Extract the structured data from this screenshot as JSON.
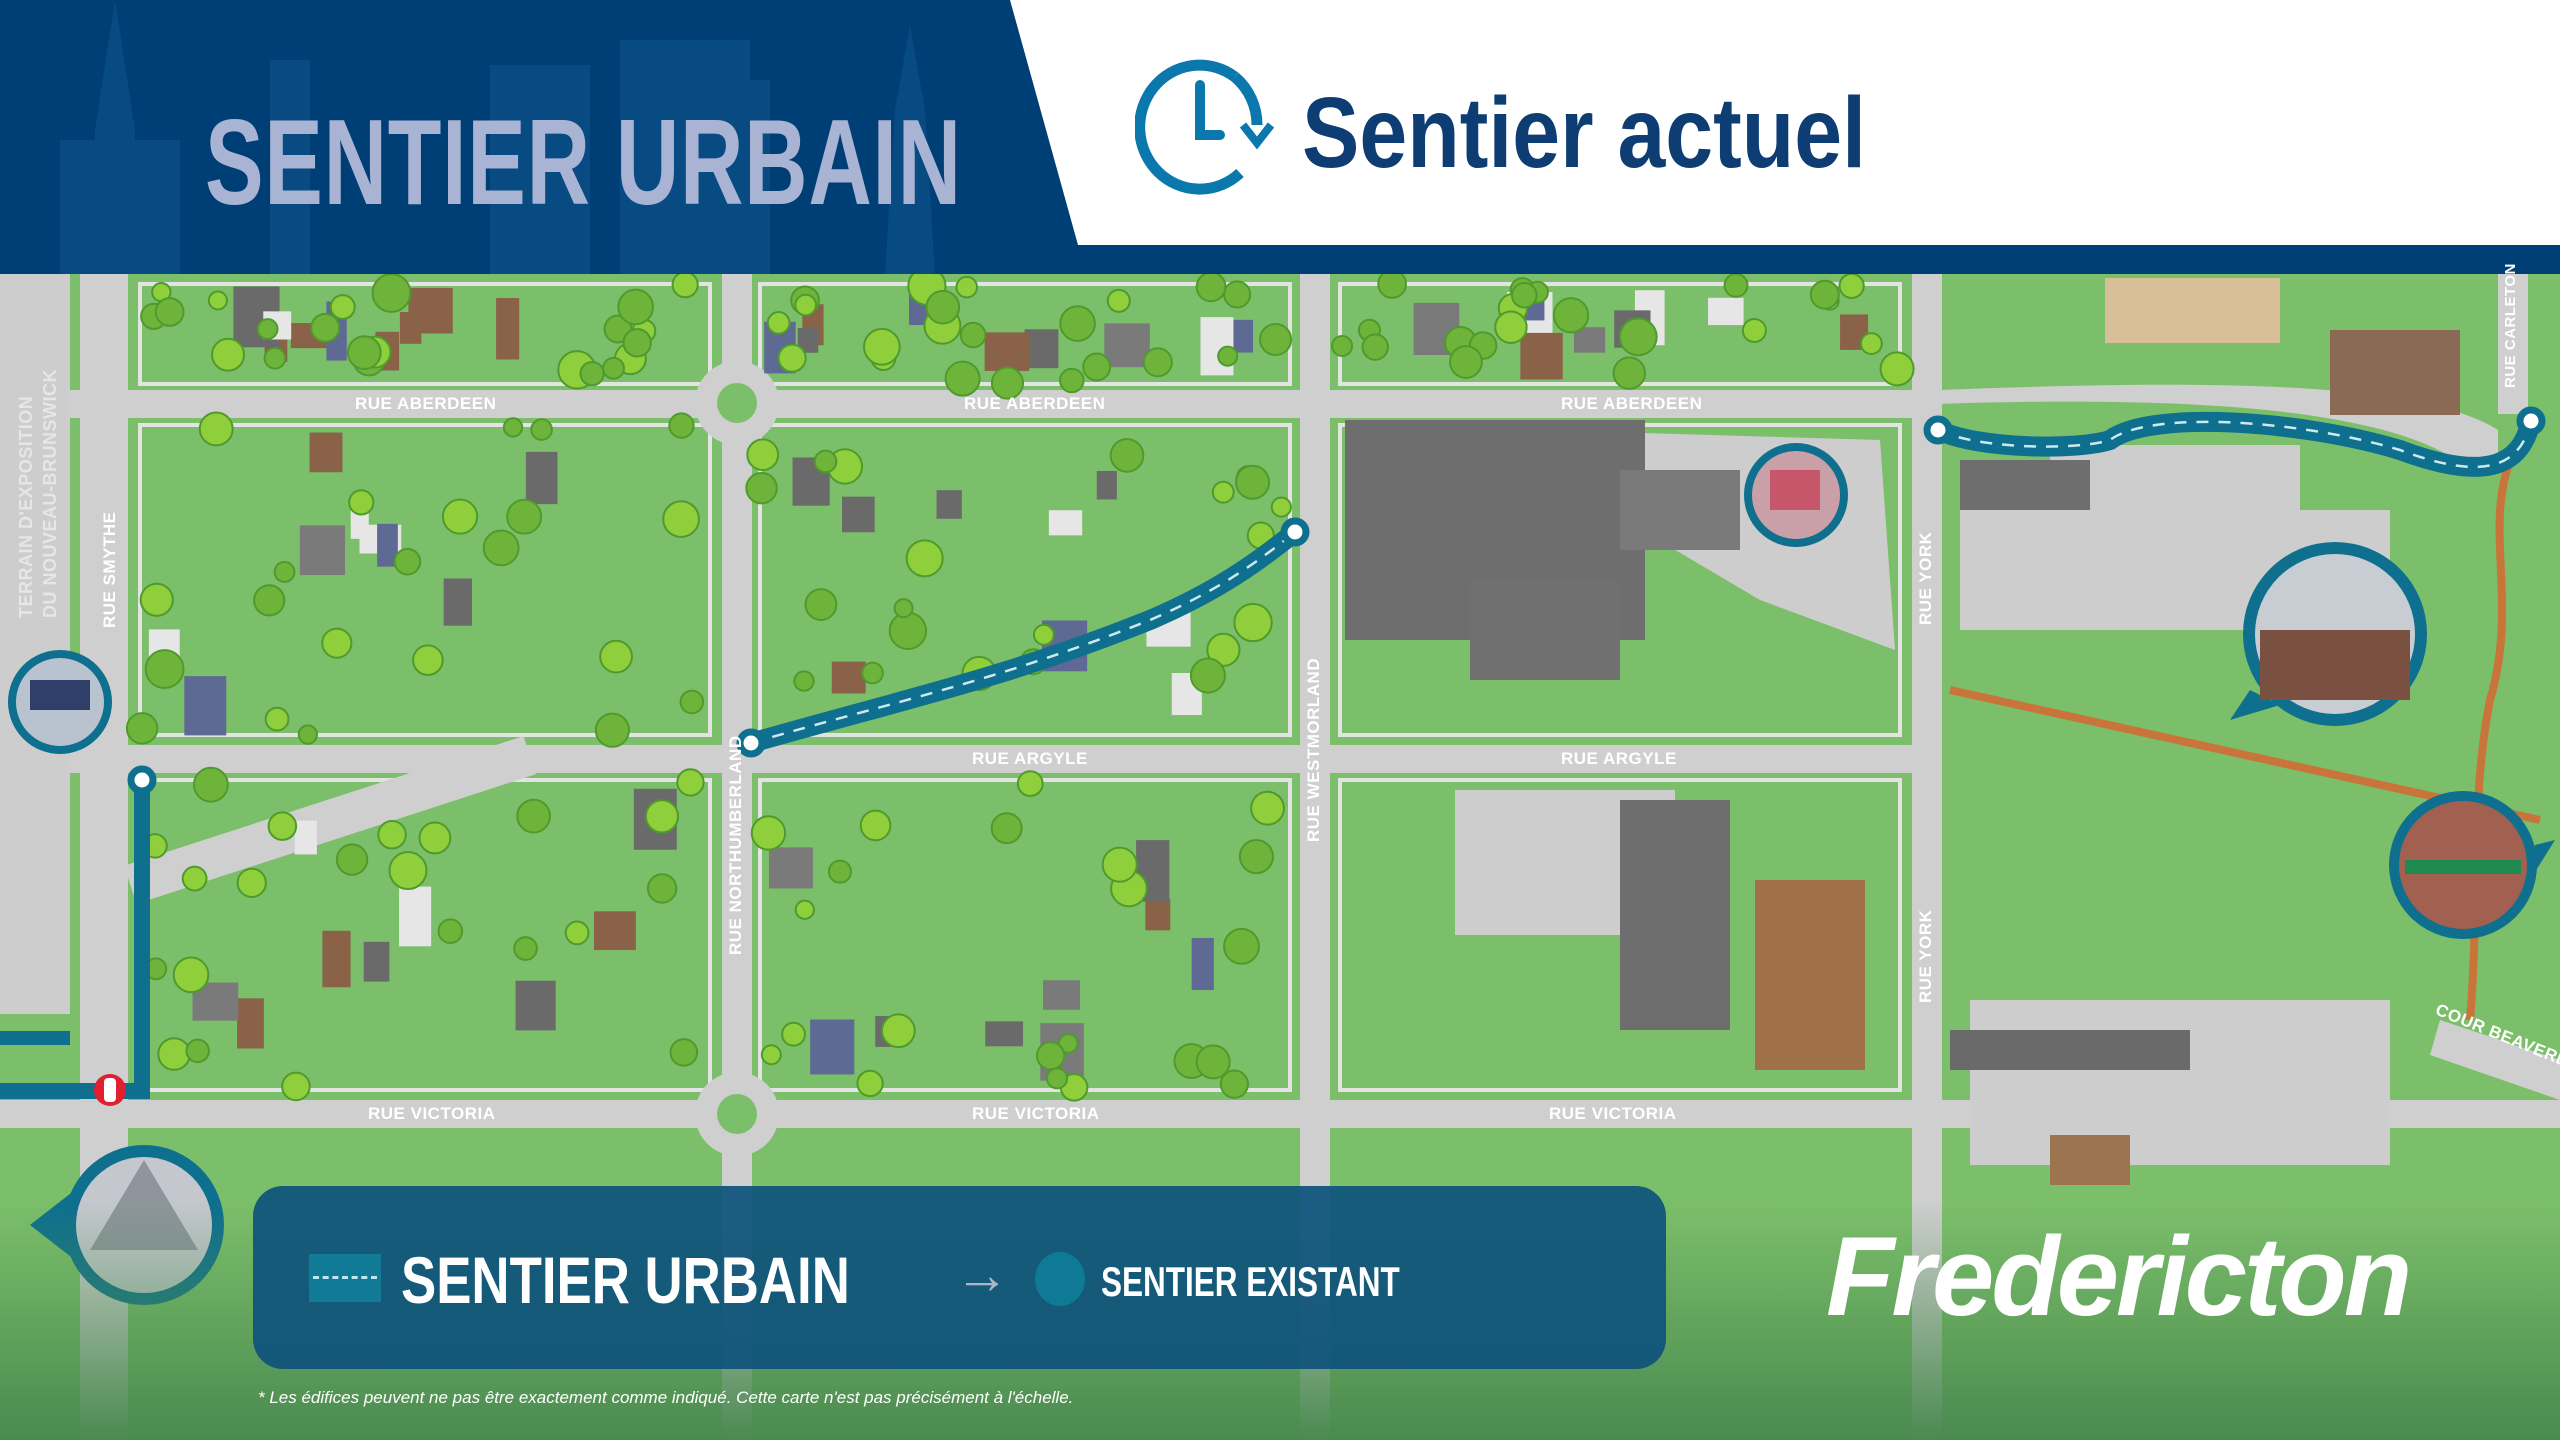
{
  "header": {
    "title": "SENTIER URBAIN",
    "subtitle": "Sentier actuel",
    "icon": "clock-arrow-icon"
  },
  "streets": {
    "aberdeen": "RUE ABERDEEN",
    "argyle": "RUE ARGYLE",
    "victoria": "RUE VICTORIA",
    "smythe": "RUE SMYTHE",
    "northumberland": "RUE NORTHUMBERLAND",
    "westmoreland": "RUE WESTMORLAND",
    "york": "RUE YORK",
    "carleton": "RUE CARLETON",
    "beaverbrook": "COUR BEAVERBROOK",
    "fairgrounds_1": "TERRAIN D'EXPOSITION",
    "fairgrounds_2": "DU NOUVEAU-BRUNSWICK"
  },
  "legend": {
    "urban_trail": "SENTIER URBAIN",
    "existing_trail": "SENTIER EXISTANT"
  },
  "logo": "Fredericton",
  "footnote": "* Les édifices peuvent ne pas être exactement comme indiqué. Cette carte n'est pas précisément à l'échelle.",
  "colors": {
    "header_blue": "#003f75",
    "title_lavender": "#a9b3d3",
    "trail_teal": "#0e6f8e",
    "grass": "#7cbf6a",
    "road": "#cfcfcf"
  }
}
